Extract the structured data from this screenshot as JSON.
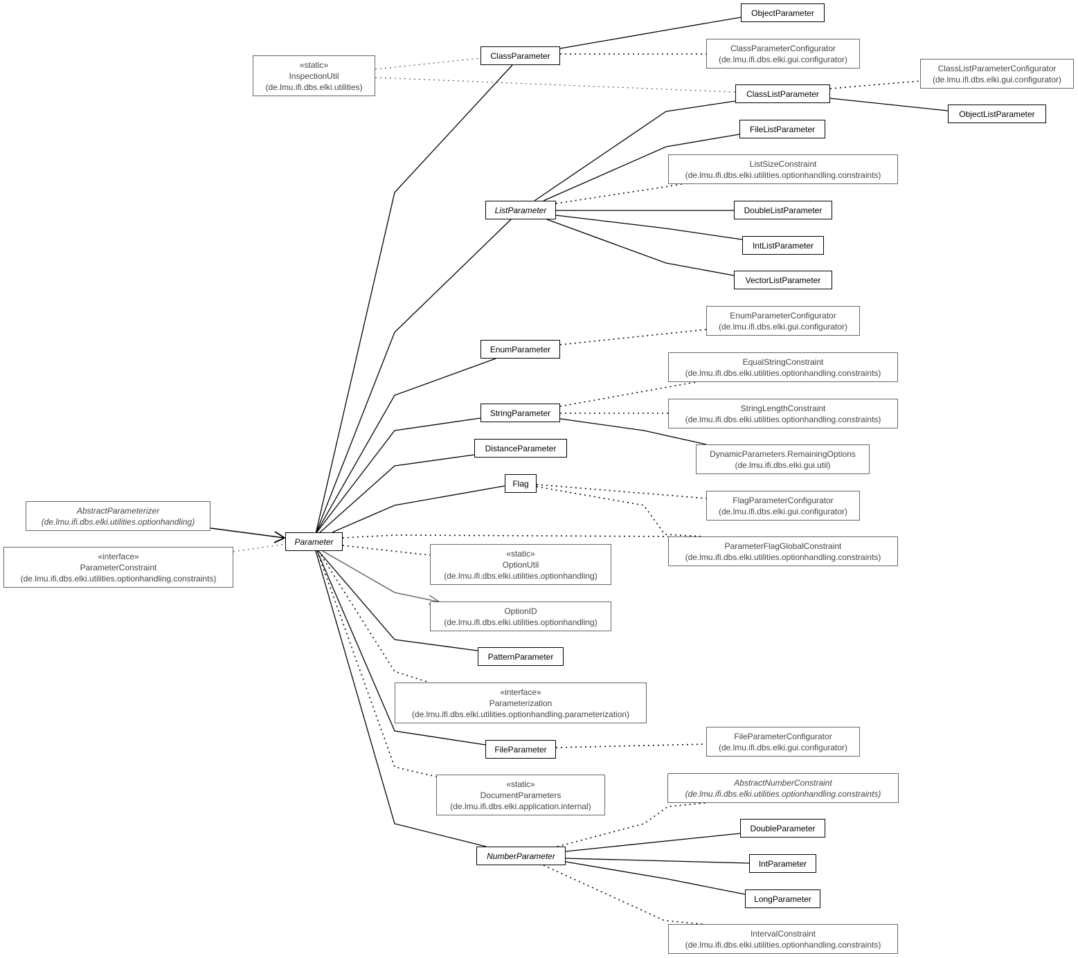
{
  "colors": {
    "main_border": "#000000",
    "external_border": "#666666",
    "external_text": "#444444",
    "line": "#000000",
    "optionid_edge": "#555555"
  },
  "nodes": {
    "object_parameter": {
      "kind": "main",
      "lines": [
        "ObjectParameter"
      ]
    },
    "class_parameter": {
      "kind": "main",
      "lines": [
        "ClassParameter"
      ]
    },
    "class_parameter_configurator": {
      "kind": "ext",
      "lines": [
        "ClassParameterConfigurator",
        "(de.lmu.ifi.dbs.elki.gui.configurator)"
      ]
    },
    "inspection_util": {
      "kind": "ext",
      "lines": [
        "«static»",
        "InspectionUtil",
        "(de.lmu.ifi.dbs.elki.utilities)"
      ]
    },
    "class_list_parameter_configurator": {
      "kind": "ext",
      "lines": [
        "ClassListParameterConfigurator",
        "(de.lmu.ifi.dbs.elki.gui.configurator)"
      ]
    },
    "class_list_parameter": {
      "kind": "main",
      "lines": [
        "ClassListParameter"
      ]
    },
    "object_list_parameter": {
      "kind": "main",
      "lines": [
        "ObjectListParameter"
      ]
    },
    "file_list_parameter": {
      "kind": "main",
      "lines": [
        "FileListParameter"
      ]
    },
    "list_size_constraint": {
      "kind": "ext",
      "lines": [
        "ListSizeConstraint",
        "(de.lmu.ifi.dbs.elki.utilities.optionhandling.constraints)"
      ]
    },
    "list_parameter": {
      "kind": "main",
      "italic": true,
      "lines": [
        "ListParameter"
      ]
    },
    "double_list_parameter": {
      "kind": "main",
      "lines": [
        "DoubleListParameter"
      ]
    },
    "int_list_parameter": {
      "kind": "main",
      "lines": [
        "IntListParameter"
      ]
    },
    "vector_list_parameter": {
      "kind": "main",
      "lines": [
        "VectorListParameter"
      ]
    },
    "enum_parameter_configurator": {
      "kind": "ext",
      "lines": [
        "EnumParameterConfigurator",
        "(de.lmu.ifi.dbs.elki.gui.configurator)"
      ]
    },
    "enum_parameter": {
      "kind": "main",
      "lines": [
        "EnumParameter"
      ]
    },
    "equal_string_constraint": {
      "kind": "ext",
      "lines": [
        "EqualStringConstraint",
        "(de.lmu.ifi.dbs.elki.utilities.optionhandling.constraints)"
      ]
    },
    "string_parameter": {
      "kind": "main",
      "lines": [
        "StringParameter"
      ]
    },
    "string_length_constraint": {
      "kind": "ext",
      "lines": [
        "StringLengthConstraint",
        "(de.lmu.ifi.dbs.elki.utilities.optionhandling.constraints)"
      ]
    },
    "distance_parameter": {
      "kind": "main",
      "lines": [
        "DistanceParameter"
      ]
    },
    "remaining_options": {
      "kind": "ext",
      "lines": [
        "DynamicParameters.RemainingOptions",
        "(de.lmu.ifi.dbs.elki.gui.util)"
      ]
    },
    "flag": {
      "kind": "main",
      "lines": [
        "Flag"
      ]
    },
    "flag_parameter_configurator": {
      "kind": "ext",
      "lines": [
        "FlagParameterConfigurator",
        "(de.lmu.ifi.dbs.elki.gui.configurator)"
      ]
    },
    "abstract_parameterizer": {
      "kind": "ext",
      "italic": true,
      "lines": [
        "AbstractParameterizer",
        "(de.lmu.ifi.dbs.elki.utilities.optionhandling)"
      ]
    },
    "parameter": {
      "kind": "main",
      "italic": true,
      "lines": [
        "Parameter"
      ]
    },
    "parameter_flag_global_constraint": {
      "kind": "ext",
      "lines": [
        "ParameterFlagGlobalConstraint",
        "(de.lmu.ifi.dbs.elki.utilities.optionhandling.constraints)"
      ]
    },
    "parameter_constraint": {
      "kind": "ext",
      "lines": [
        "«interface»",
        "ParameterConstraint",
        "(de.lmu.ifi.dbs.elki.utilities.optionhandling.constraints)"
      ]
    },
    "option_util": {
      "kind": "ext",
      "lines": [
        "«static»",
        "OptionUtil",
        "(de.lmu.ifi.dbs.elki.utilities.optionhandling)"
      ]
    },
    "option_id": {
      "kind": "ext",
      "lines": [
        "OptionID",
        "(de.lmu.ifi.dbs.elki.utilities.optionhandling)"
      ]
    },
    "pattern_parameter": {
      "kind": "main",
      "lines": [
        "PatternParameter"
      ]
    },
    "parameterization": {
      "kind": "ext",
      "lines": [
        "«interface»",
        "Parameterization",
        "(de.lmu.ifi.dbs.elki.utilities.optionhandling.parameterization)"
      ]
    },
    "file_parameter": {
      "kind": "main",
      "lines": [
        "FileParameter"
      ]
    },
    "file_parameter_configurator": {
      "kind": "ext",
      "lines": [
        "FileParameterConfigurator",
        "(de.lmu.ifi.dbs.elki.gui.configurator)"
      ]
    },
    "document_parameters": {
      "kind": "ext",
      "lines": [
        "«static»",
        "DocumentParameters",
        "(de.lmu.ifi.dbs.elki.application.internal)"
      ]
    },
    "abstract_number_constraint": {
      "kind": "ext",
      "italic": true,
      "lines": [
        "AbstractNumberConstraint",
        "(de.lmu.ifi.dbs.elki.utilities.optionhandling.constraints)"
      ]
    },
    "double_parameter": {
      "kind": "main",
      "lines": [
        "DoubleParameter"
      ]
    },
    "number_parameter": {
      "kind": "main",
      "italic": true,
      "lines": [
        "NumberParameter"
      ]
    },
    "int_parameter": {
      "kind": "main",
      "lines": [
        "IntParameter"
      ]
    },
    "long_parameter": {
      "kind": "main",
      "lines": [
        "LongParameter"
      ]
    },
    "interval_constraint": {
      "kind": "ext",
      "lines": [
        "IntervalConstraint",
        "(de.lmu.ifi.dbs.elki.utilities.optionhandling.constraints)"
      ]
    }
  }
}
